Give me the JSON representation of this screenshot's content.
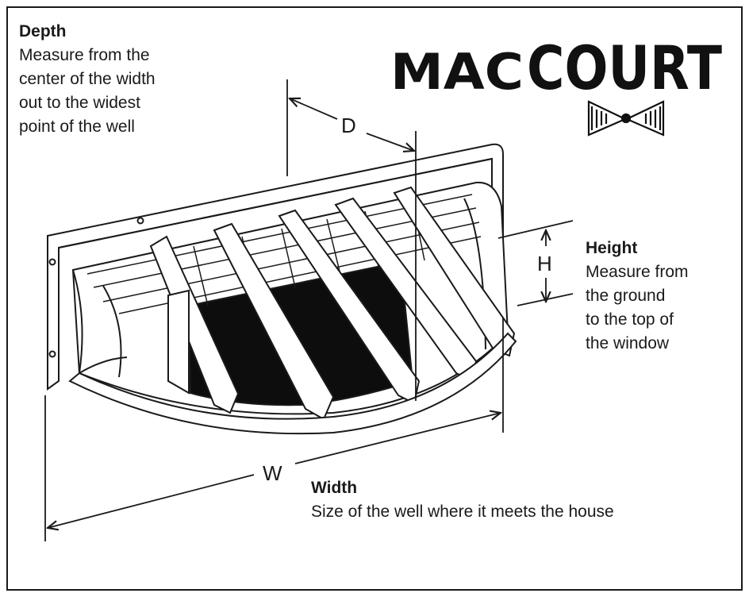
{
  "logo": {
    "brand_left": "MAC",
    "brand_right": "COURT",
    "emblem": "bowtie-emblem"
  },
  "depth": {
    "title": "Depth",
    "body": "Measure from the\ncenter of the width\nout to the widest\npoint of the well",
    "marker": "D"
  },
  "height": {
    "title": "Height",
    "body": "Measure from\nthe ground\nto the top of\nthe window",
    "marker": "H"
  },
  "width": {
    "title": "Width",
    "body": "Size of the well where it meets the house",
    "marker": "W"
  },
  "colors": {
    "ink": "#1a1a1a",
    "window_dark": "#0d0d0d",
    "background": "#ffffff"
  }
}
